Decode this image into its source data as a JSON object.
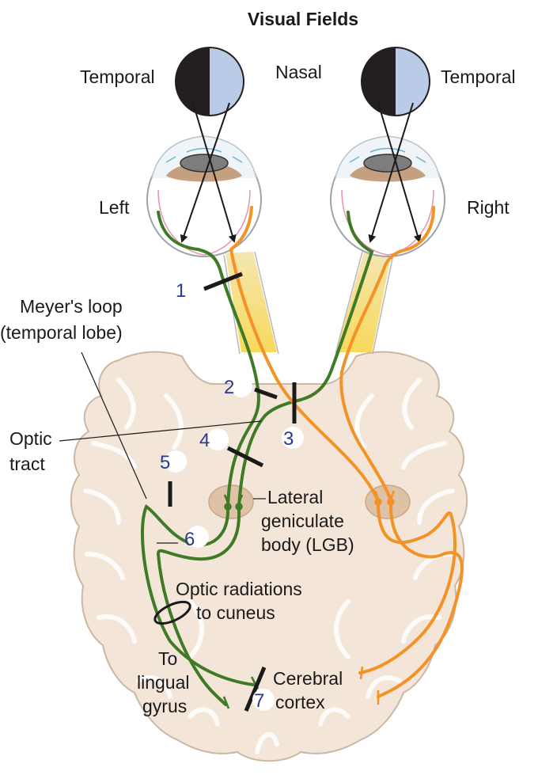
{
  "title": "Visual Fields",
  "labels": {
    "temporal_left": "Temporal",
    "nasal": "Nasal",
    "temporal_right": "Temporal",
    "left": "Left",
    "right": "Right",
    "meyers_loop_line1": "Meyer's loop",
    "meyers_loop_line2": "(temporal lobe)",
    "optic_tract_line1": "Optic",
    "optic_tract_line2": "tract",
    "lgb_line1": "Lateral",
    "lgb_line2": "geniculate",
    "lgb_line3": "body (LGB)",
    "radiations_line1": "Optic radiations",
    "radiations_line2": "to cuneus",
    "lingual_line1": "To",
    "lingual_line2": "lingual",
    "lingual_line3": "gyrus",
    "cortex_line1": "Cerebral",
    "cortex_line2": "cortex"
  },
  "lesions": [
    "1",
    "2",
    "3",
    "4",
    "5",
    "6",
    "7"
  ],
  "colors": {
    "left_pathway": "#3f7a26",
    "right_pathway": "#f39226",
    "brain": "#f3e5d8",
    "brain_outline": "#cbb8a4",
    "field_dark": "#231f20",
    "field_light": "#b9cbe6",
    "lesion_numbers": "#2b3a8c",
    "lgb": "#ddc2a7"
  }
}
